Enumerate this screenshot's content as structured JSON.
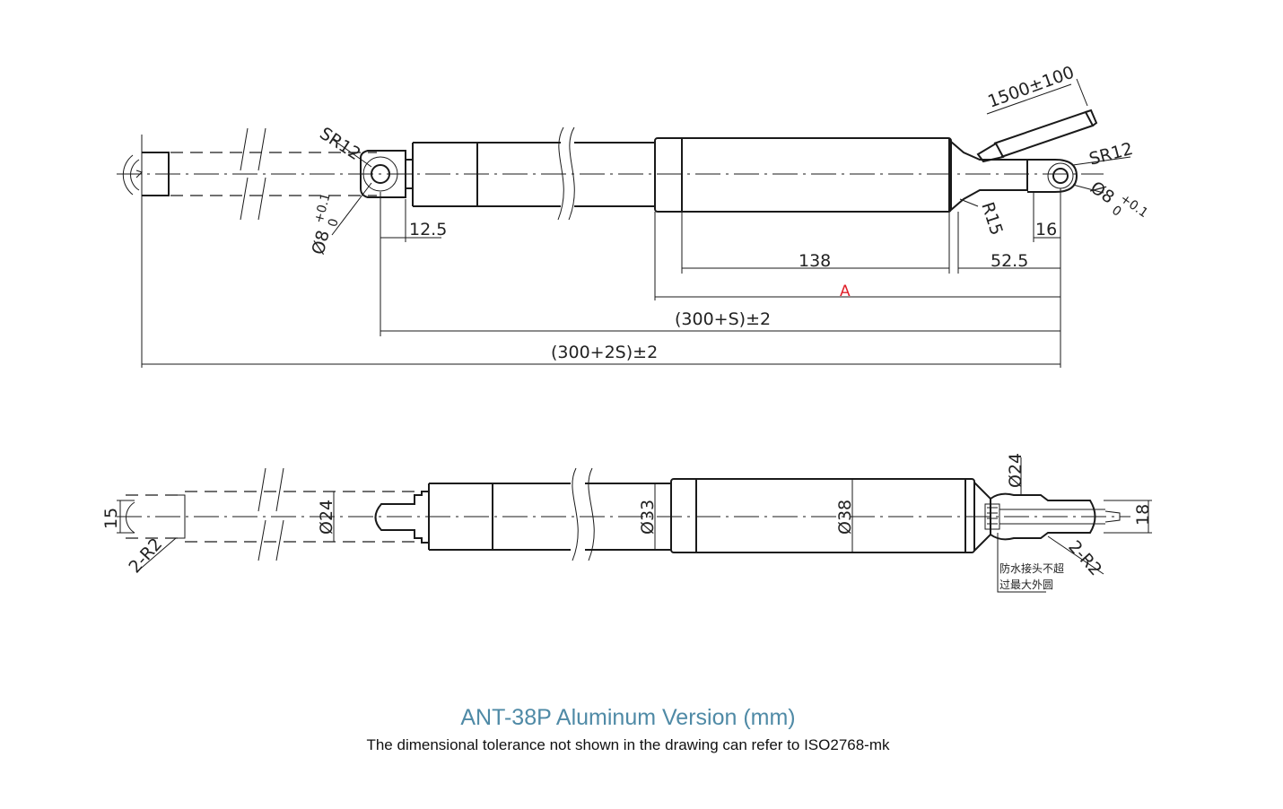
{
  "title": "ANT-38P Aluminum Version (mm)",
  "subtitle": "The dimensional tolerance not shown in the drawing can refer to ISO2768-mk",
  "colors": {
    "title": "#4f8aa6",
    "dimension_a": "#e0202a",
    "line": "#1a1a1a"
  },
  "top_view": {
    "rear_sr": "SR12",
    "front_sr": "SR12",
    "front_hole": "Ø8",
    "front_hole_tol": "+0.1",
    "front_hole_tol_low": "0",
    "rear_hole": "Ø8",
    "rear_hole_tol": "+0.1",
    "rear_hole_tol_low": "0",
    "cable_length": "1500±100",
    "radius_r15": "R15",
    "dim_12_5": "12.5",
    "dim_16": "16",
    "dim_138": "138",
    "dim_52_5": "52.5",
    "dim_a": "A",
    "dim_retracted": "(300+S)±2",
    "dim_extended": "(300+2S)±2"
  },
  "side_view": {
    "dim_15": "15",
    "rod_end_radius": "2-R2",
    "rod_dia": "Ø24",
    "tube_dia": "Ø33",
    "body_dia": "Ø38",
    "connector_dia": "Ø24",
    "end_width": "18",
    "end_radius": "2-R2",
    "note_line1": "防水接头不超",
    "note_line2": "过最大外圆"
  }
}
